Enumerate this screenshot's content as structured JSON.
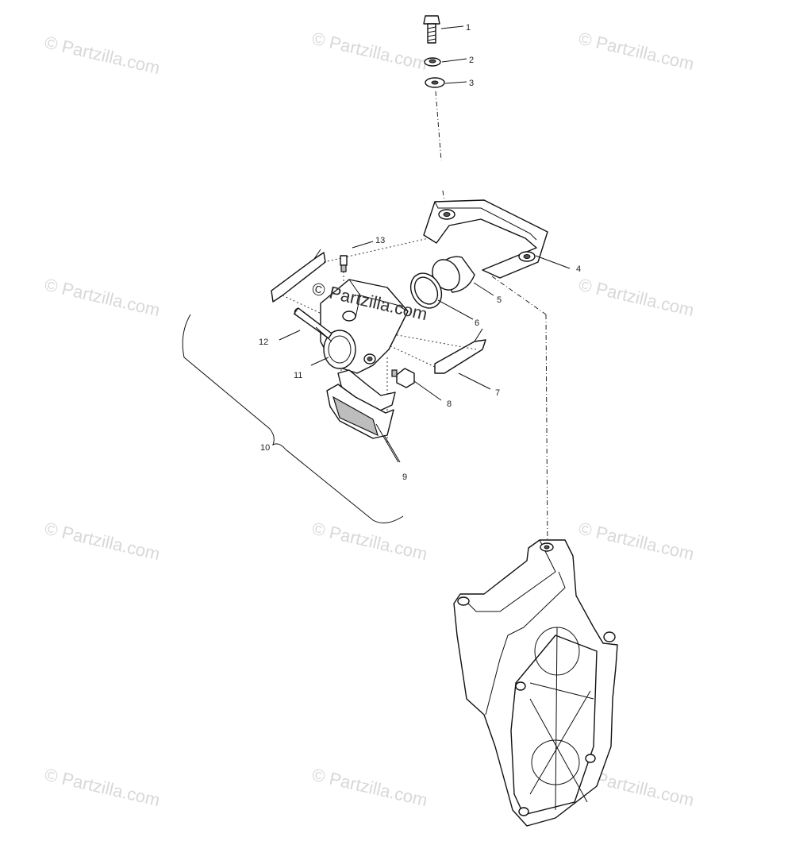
{
  "watermark": {
    "repeat_text": "© Partzilla.com",
    "center_text": "© Partzilla.com"
  },
  "callouts": [
    {
      "id": "1",
      "part": "bolt"
    },
    {
      "id": "2",
      "part": "lock-washer"
    },
    {
      "id": "3",
      "part": "flat-washer"
    },
    {
      "id": "4",
      "part": "caliper-bracket"
    },
    {
      "id": "5",
      "part": "piston"
    },
    {
      "id": "6",
      "part": "piston-seal"
    },
    {
      "id": "7",
      "part": "shim-right"
    },
    {
      "id": "8",
      "part": "fitting"
    },
    {
      "id": "9",
      "part": "brake-pads"
    },
    {
      "id": "10",
      "part": "caliper-assembly"
    },
    {
      "id": "11",
      "part": "caliper-body"
    },
    {
      "id": "12",
      "part": "guide-pin"
    },
    {
      "id": "13",
      "part": "bleed-screw"
    }
  ],
  "colors": {
    "ink": "#111111",
    "watermark": "#d8d8d8",
    "background": "#ffffff"
  }
}
